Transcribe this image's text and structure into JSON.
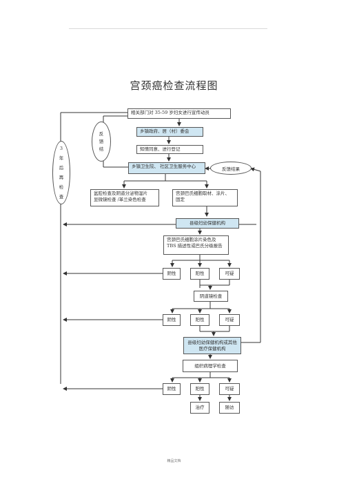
{
  "title": "宫颈癌检查流程图",
  "boxes": {
    "dept": "相关部门对   35-59 岁妇女进行宣传动员",
    "township_gov": "乡镇政府、居（村）委会",
    "consent": "知情同意、进行登记",
    "health_center": "乡镇卫生院、  社区卫生服务中心",
    "gyn_exam": "盆腔检查及阴道分泌物湿片\n显微镜检查 /革兰染色检查",
    "pap_sample": "宫颈巴氏细胞取材、涂片、\n固定",
    "county_mch": "县级妇幼保健机构",
    "pap_stain": "宫颈巴氏细胞涂片染色及\nTBS 描述性或巴氏分级报告",
    "colposcopy": "阴道镜检查",
    "referral": "县级妇幼保健机构或其他\n医疗保健机构",
    "biopsy": "组织病理学检查",
    "treatment": "治疗",
    "follow_up": "随访"
  },
  "results": {
    "row1": [
      "阴性",
      "阳性",
      "可疑"
    ],
    "row2": [
      "阴性",
      "阳性",
      "可疑"
    ],
    "row3": [
      "阴性",
      "阳性",
      "可疑"
    ]
  },
  "feedback_ellipse": "反\n馈\n结",
  "result_ellipse": "反馈结果",
  "recheck_ellipse": "3\n年\n后\n再\n检\n查",
  "footer": "精品文档"
}
